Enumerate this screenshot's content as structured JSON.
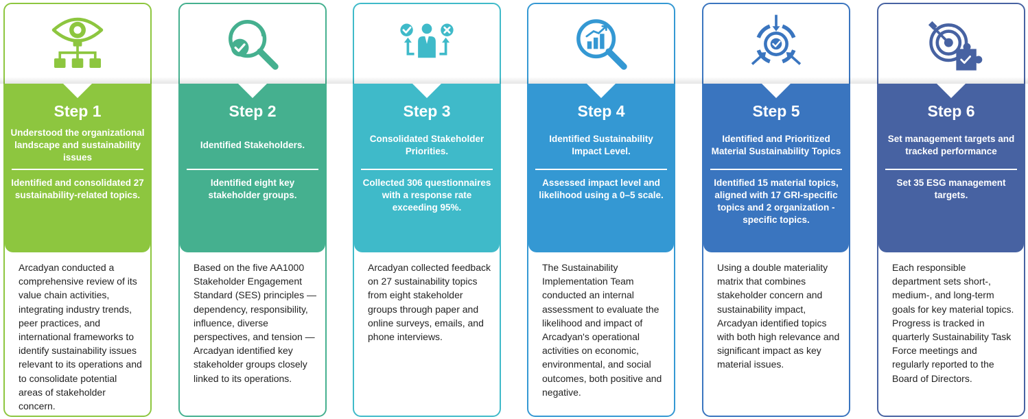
{
  "steps": [
    {
      "icon": "eye-network-icon",
      "color": "#8dc63f",
      "label": "Step 1",
      "title": "Understood the organizational landscape and sustainability issues",
      "result": "Identified and consolidated 27 sustainability-related topics.",
      "description": "Arcadyan conducted a comprehensive review of its value chain activities, integrating industry trends, peer practices, and international frameworks to identify sustainability issues relevant to its operations and to consolidate potential areas of stakeholder concern."
    },
    {
      "icon": "magnifier-check-icon",
      "color": "#45b08f",
      "label": "Step 2",
      "title": "Identified Stakeholders.",
      "result": "Identified eight key stakeholder groups.",
      "description": "Based on the five AA1000 Stakeholder Engagement Standard (SES) principles — dependency, responsibility, influence, diverse perspectives, and tension — Arcadyan identified key stakeholder groups closely linked to its operations."
    },
    {
      "icon": "person-decision-icon",
      "color": "#3fbac9",
      "label": "Step 3",
      "title": "Consolidated Stakeholder Priorities.",
      "result": "Collected 306 questionnaires with a response rate exceeding 95%.",
      "description": "Arcadyan collected feedback on 27 sustainability topics from eight stakeholder groups through paper and online surveys, emails, and phone interviews."
    },
    {
      "icon": "magnifier-chart-icon",
      "color": "#3498d3",
      "label": "Step 4",
      "title": "Identified Sustainability Impact Level.",
      "result": "Assessed impact level and likelihood using a 0–5 scale.",
      "description": "The Sustainability Implementation Team conducted an internal assessment to evaluate the likelihood and impact of Arcadyan's operational activities on economic, environmental, and social outcomes, both positive and negative."
    },
    {
      "icon": "target-arrows-icon",
      "color": "#3a75bf",
      "label": "Step 5",
      "title": "Identified and Prioritized Material Sustainability Topics",
      "result": "Identified 15 material topics, aligned with 17 GRI-specific topics and 2 organization -specific topics.",
      "description": "Using a double materiality matrix that combines stakeholder concern and sustainability impact, Arcadyan identified topics with both high relevance and significant impact as key material issues."
    },
    {
      "icon": "target-puzzle-icon",
      "color": "#4762a2",
      "label": "Step 6",
      "title": "Set management targets and tracked performance",
      "result": "Set 35 ESG management targets.",
      "description": "Each responsible department sets short-, medium-, and long-term goals for key material topics. Progress is tracked in quarterly Sustainability Task Force meetings and regularly reported to the Board of Directors."
    }
  ]
}
